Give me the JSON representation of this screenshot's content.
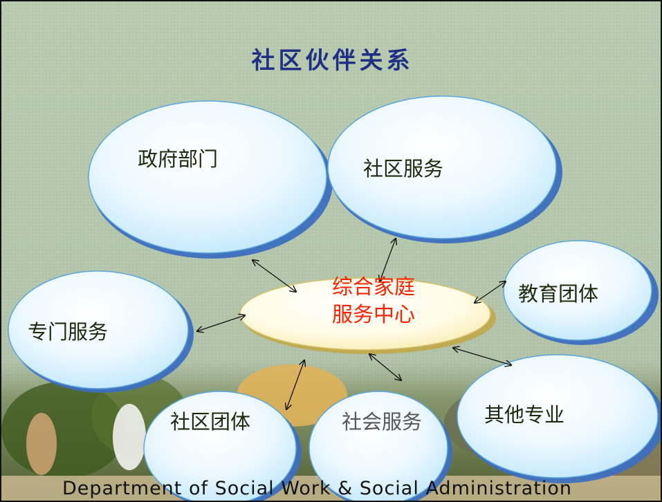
{
  "slide": {
    "title": "社区伙伴关系",
    "center": "综合家庭服务中心",
    "nodes": {
      "government": "政府部门",
      "community_service": "社区服务",
      "education": "教育团体",
      "specialist_service": "专门服务",
      "other_professional": "其他专业",
      "community_groups": "社区团体",
      "social_service": "社会服务"
    },
    "footer": "Department of Social Work & Social Administration"
  },
  "colors": {
    "title": "#1f2f86",
    "center_text": "#ff2200",
    "node_text": "#1a2a0a",
    "bubble_edge": "#3d6fbf",
    "center_fill": "#fffbe0"
  }
}
